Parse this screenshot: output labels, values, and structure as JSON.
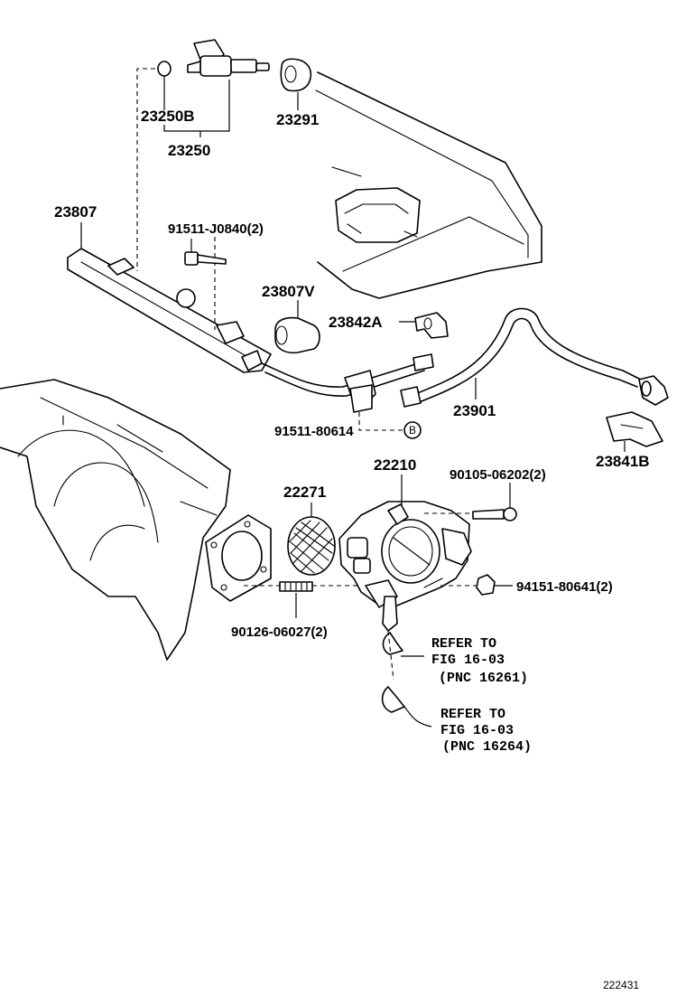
{
  "parts": {
    "p23250b": "23250B",
    "p23250": "23250",
    "p23291": "23291",
    "p23807": "23807",
    "p91511_j0840": "91511-J0840(2)",
    "p23807v": "23807V",
    "p23842a": "23842A",
    "p23901": "23901",
    "p91511_80614": "91511-80614",
    "marker_b": "B",
    "p23841b": "23841B",
    "p22271": "22271",
    "p22210": "22210",
    "p90105_06202": "90105-06202(2)",
    "p94151_80641": "94151-80641(2)",
    "p90126_06027": "90126-06027(2)"
  },
  "refs": [
    {
      "line1": "REFER TO",
      "line2": "FIG 16-03",
      "line3": "(PNC 16261)"
    },
    {
      "line1": "REFER TO",
      "line2": "FIG 16-03",
      "line3": "(PNC 16264)"
    }
  ],
  "diagram_number": "222431"
}
